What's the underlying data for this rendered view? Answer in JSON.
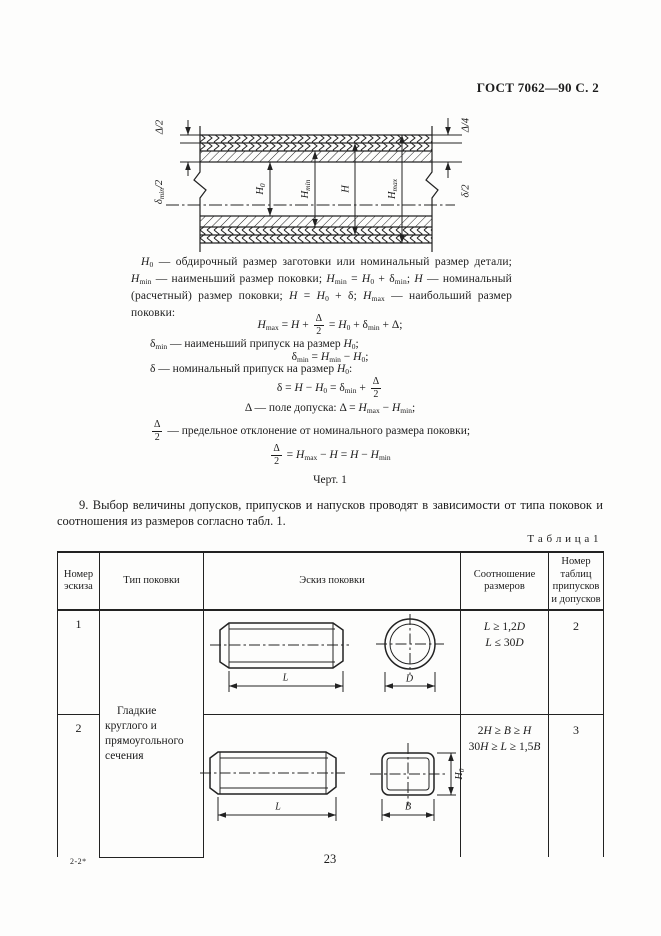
{
  "page": {
    "header": "ГОСТ 7062—90 С. 2",
    "footer_sig": "2-2*",
    "footer_page": "23"
  },
  "figure": {
    "caption": "Черт. 1",
    "labels": {
      "delta_half": "Δ/2",
      "delta_quarter": "Δ/4",
      "delta_min_half": "δ<sub>min</sub>/2",
      "delta_small_half": "δ/2",
      "h0": "<i>H</i><sub>0</sub>",
      "hmin": "<i>H</i><sub>min</sub>",
      "h": "<i>H</i>",
      "hmax": "<i>H</i><sub>max</sub>"
    }
  },
  "text": {
    "definitions": "<i>H</i><sub>0</sub> — обдирочный размер заготовки или номинальный размер детали; <i>H</i><sub>min</sub> — наименьший размер поковки; <i>H</i><sub>min</sub> = <i>H</i><sub>0</sub> + δ<sub>min</sub>; <i>H</i> — номинальный (расчетный) размер поковки; <i>H</i> = <i>H</i><sub>0</sub> + δ; <i>H</i><sub>max</sub> — наибольший размер поковки:",
    "f1": "<i>H</i><sub>max</sub> = <i>H</i> + <span class=\"frac\"><span>Δ</span><span>2</span></span> = <i>H</i><sub>0</sub> + δ<sub>min</sub> + Δ;",
    "f2": "δ<sub>min</sub> — наименьший припуск на размер <i>H</i><sub>0</sub>;",
    "f3": "δ<sub>min</sub> = <i>H</i><sub>min</sub> − <i>H</i><sub>0</sub>;",
    "f4": "δ — номинальный припуск на размер <i>H</i><sub>0</sub>:",
    "f5": "δ = <i>H</i> − <i>H</i><sub>0</sub> = δ<sub>min</sub> + <span class=\"frac\"><span>Δ</span><span>2</span></span>",
    "f6": "Δ — поле допуска: Δ = <i>H</i><sub>max</sub> − <i>H</i><sub>min</sub>;",
    "f7": "<span class=\"frac\"><span>Δ</span><span>2</span></span> — предельное отклонение от номинального размера поковки;",
    "f8": "<span class=\"frac\"><span>Δ</span><span>2</span></span> = <i>H</i><sub>max</sub> − <i>H</i> = <i>H</i> − <i>H</i><sub>min</sub>",
    "paragraph9": "9. Выбор величины допусков, припусков и напусков проводят в зависимости от типа поковок и соотношения из размеров согласно табл. 1."
  },
  "table": {
    "title": "Т а б л и ц а  1",
    "columns": [
      "Номер эскиза",
      "Тип поковки",
      "Эскиз поковки",
      "Соотношение размеров",
      "Номер таблиц припусков и допусков"
    ],
    "type_span": "Гладкие круглого и прямоугольного сечения",
    "rows": [
      {
        "num": "1",
        "relations": "<i>L</i> ≥ 1,2<i>D</i><br><i>L</i> ≤ 30<i>D</i>",
        "tables_num": "2",
        "dim_labels": {
          "length": "<i>L</i>",
          "diameter": "<i>D</i>"
        }
      },
      {
        "num": "2",
        "relations": "2<i>H</i> ≥ <i>B</i> ≥ <i>H</i><br>30<i>H</i> ≥ <i>L</i> ≥ 1,5<i>B</i>",
        "tables_num": "3",
        "dim_labels": {
          "length": "<i>L</i>",
          "width": "<i>B</i>",
          "height": "<i>H</i><sub>0</sub>"
        }
      }
    ]
  }
}
